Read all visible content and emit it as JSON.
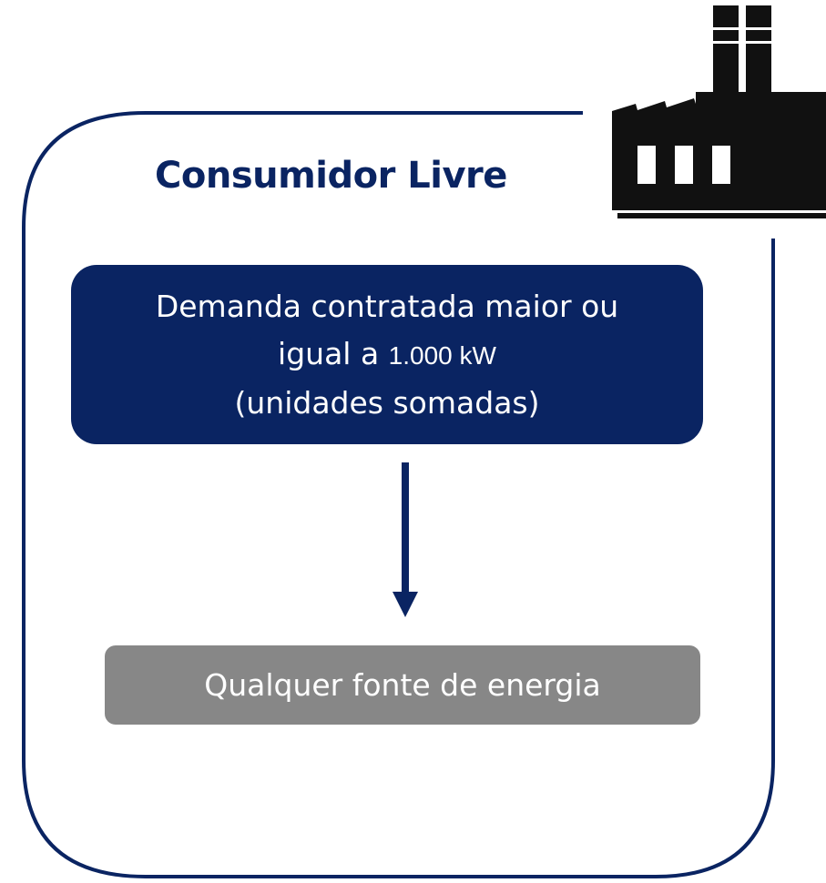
{
  "title": "Consumidor Livre",
  "requirement": {
    "line1": "Demanda contratada maior ou",
    "line2_prefix": "igual a ",
    "line2_value": "1.000 kW",
    "line3": "(unidades somadas)"
  },
  "result": "Qualquer fonte de energia",
  "icons": {
    "factory": "factory-icon",
    "arrow": "arrow-down-icon"
  },
  "colors": {
    "primary": "#0a2462",
    "secondary": "#878787",
    "icon": "#111111"
  }
}
